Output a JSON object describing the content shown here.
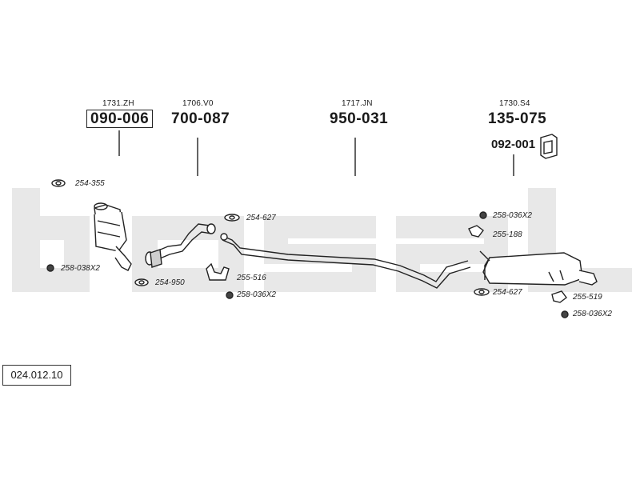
{
  "parts": [
    {
      "small": "1731.ZH",
      "big": "090-006",
      "boxed": true
    },
    {
      "small": "1706.V0",
      "big": "700-087",
      "boxed": false
    },
    {
      "small": "1717.JN",
      "big": "950-031",
      "boxed": false
    },
    {
      "small": "1730.S4",
      "big": "135-075",
      "boxed": false
    }
  ],
  "extra_part": "092-001",
  "refs": {
    "r1": "254-355",
    "r2": "258-038X2",
    "r3": "254-950",
    "r4": "254-627",
    "r5": "255-516",
    "r6": "258-036X2",
    "r7": "258-036X2",
    "r8": "255-188",
    "r9": "254-627",
    "r10": "255-519",
    "r11": "258-036X2"
  },
  "catalog_number": "024.012.10",
  "watermark_text": "bosal"
}
